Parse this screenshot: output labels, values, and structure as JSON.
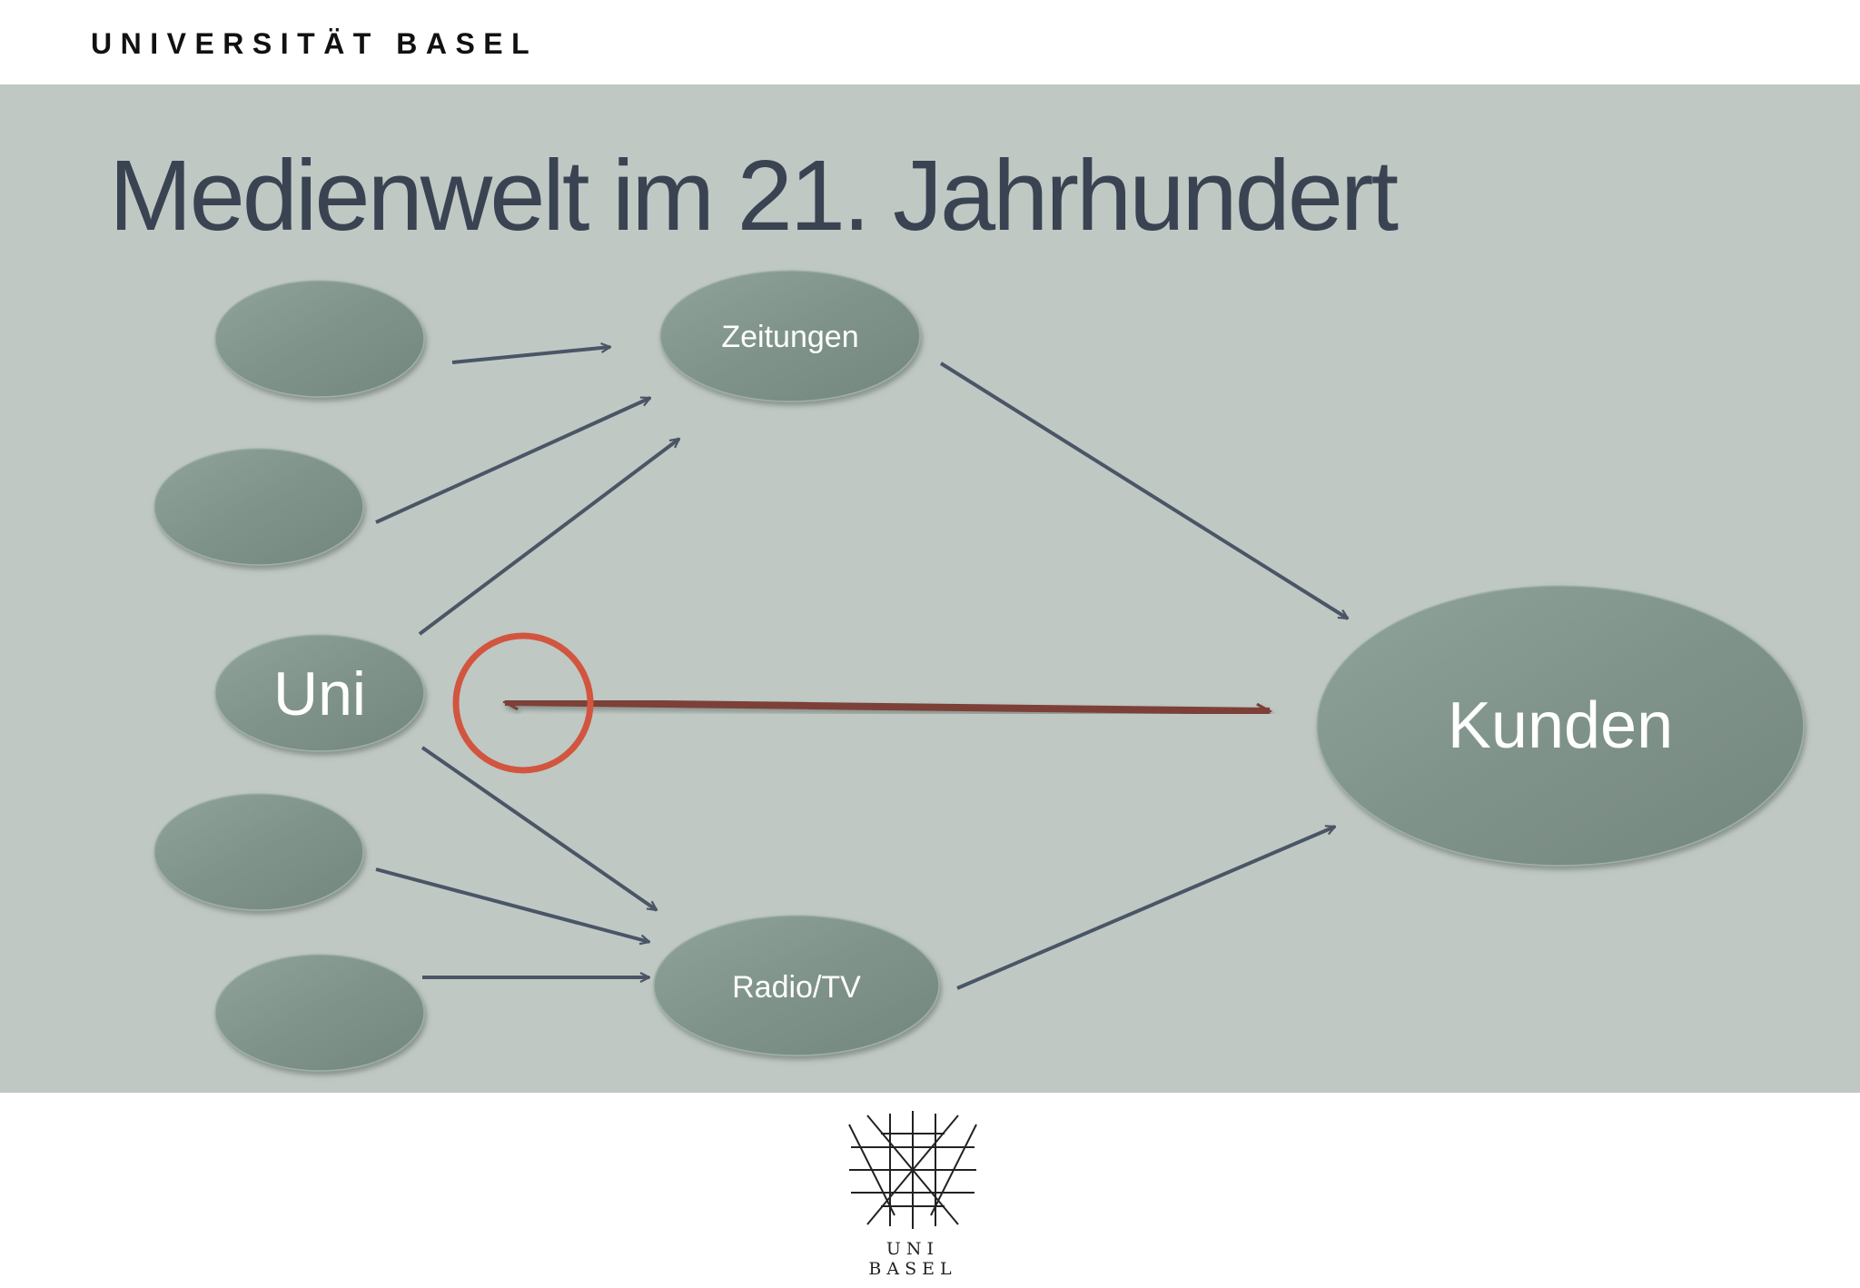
{
  "header": {
    "brand": "UNIVERSITÄT BASEL"
  },
  "slide": {
    "title": "Medienwelt im 21. Jahrhundert"
  },
  "diagram": {
    "nodes": {
      "zeitungen": "Zeitungen",
      "uni": "Uni",
      "radio_tv": "Radio/TV",
      "kunden": "Kunden"
    }
  },
  "footer": {
    "logo_line1": "UNI",
    "logo_line2": "BASEL"
  },
  "colors": {
    "panel": "#bfc8c3",
    "node": "#7e938a",
    "arrow": "#4a5566",
    "highlight_arrow": "#7b4038",
    "highlight_circle": "#d2553f"
  }
}
